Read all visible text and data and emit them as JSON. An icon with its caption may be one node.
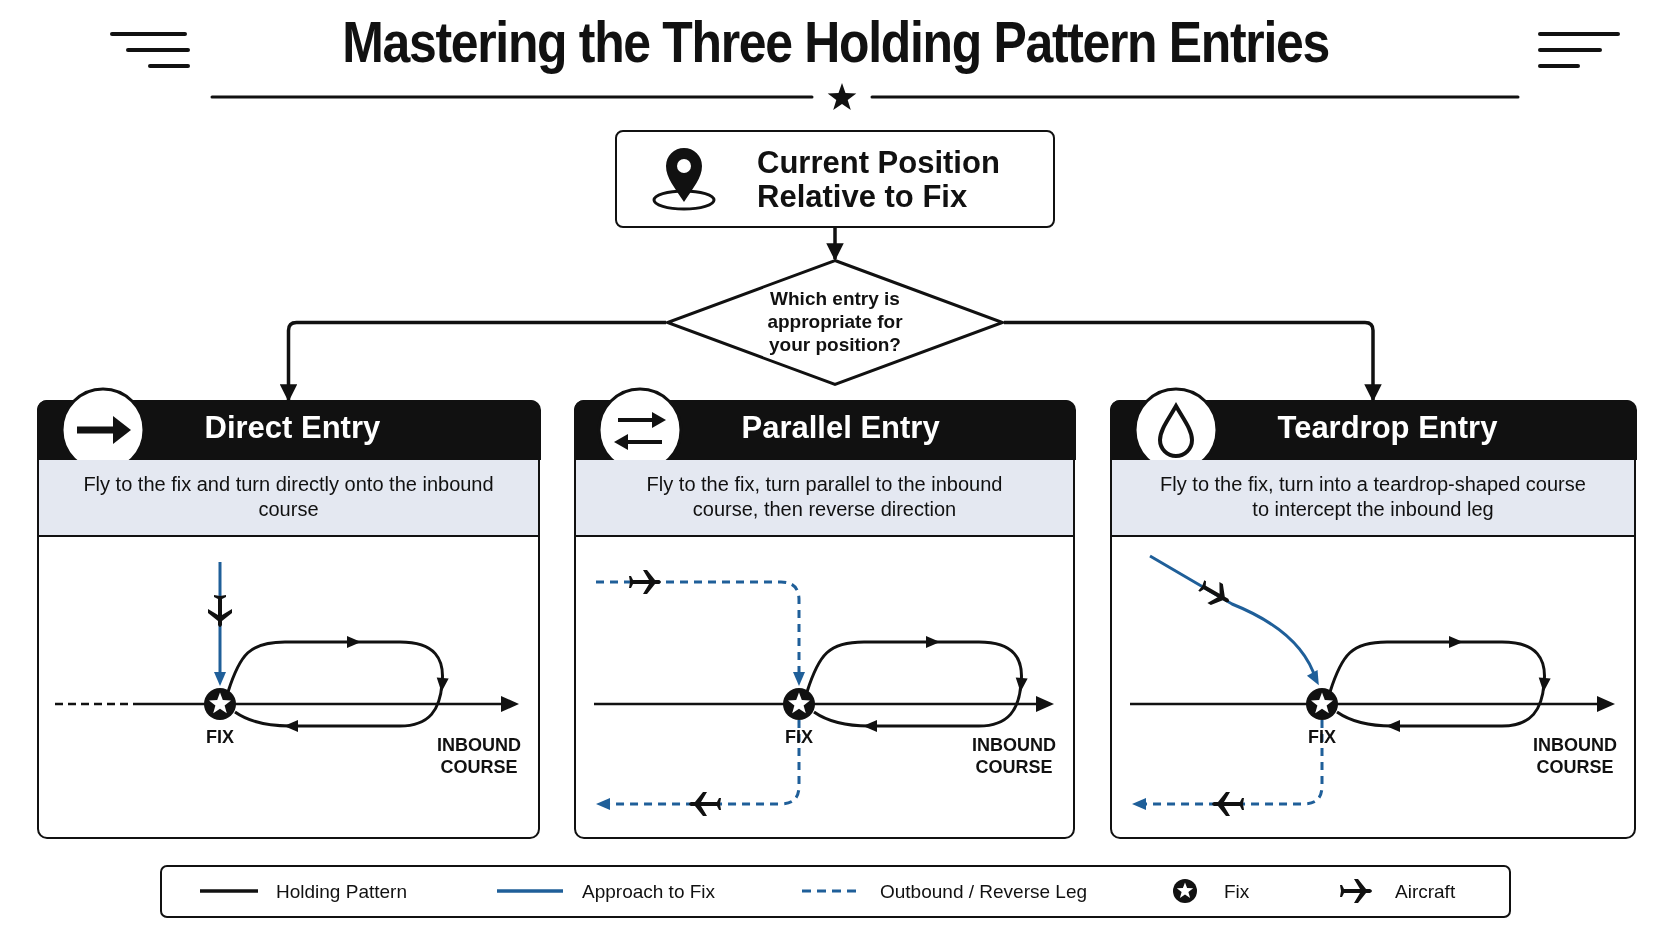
{
  "diagram": {
    "title": "Mastering the Three Holding Pattern Entries",
    "nodes": [
      {
        "text": [
          "Current Position Relative to Fix"
        ]
      },
      {
        "text": [
          "Which entry is appropriate for your position?"
        ]
      },
      {
        "text": [
          "Direct Entry",
          "Fly to the fix and turn directly onto the inbound course"
        ]
      },
      {
        "text": [
          "Parallel Entry",
          "Fly to the fix, turn parallel to the inbound course, then reverse direction"
        ]
      },
      {
        "text": [
          "Teardrop Entry",
          "Fly to the fix, turn into a teardrop-shaped course to intercept the inbound leg"
        ]
      }
    ],
    "edges": [
      {
        "from": 0,
        "to": 1,
        "arrow": "to"
      },
      {
        "from": 1,
        "to": 2,
        "arrow": "to"
      },
      {
        "from": 1,
        "to": 4,
        "arrow": "to"
      }
    ],
    "labels": [
      "FIX",
      "INBOUND COURSE",
      "FIX",
      "INBOUND COURSE",
      "FIX",
      "INBOUND COURSE"
    ],
    "legend": [
      {
        "text": "Holding Pattern"
      },
      {
        "text": "Approach to Fix"
      },
      {
        "text": "Outbound / Reverse Leg"
      },
      {
        "text": "Fix"
      },
      {
        "text": "Aircraft"
      }
    ]
  }
}
